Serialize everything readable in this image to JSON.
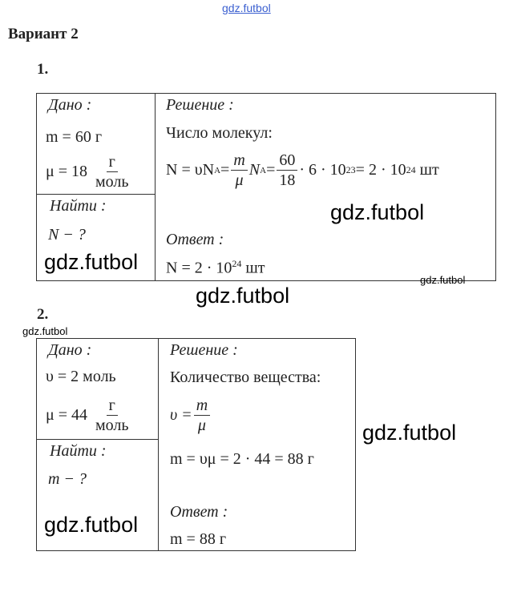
{
  "watermarks": {
    "text": "gdz.futbol"
  },
  "heading": "Вариант 2",
  "problem1": {
    "number": "1.",
    "given_label": "Дано :",
    "m_given": "m = 60 г",
    "mu_given_lhs": "μ = 18",
    "mu_unit_num": "г",
    "mu_unit_den": "моль",
    "find_label": "Найти :",
    "find": "N − ?",
    "solution_label": "Решение :",
    "step_title": "Число молекул:",
    "formula": {
      "a": "N = υN",
      "a_sub": "A",
      "eq1": " =",
      "f1_num": "m",
      "f1_den": "μ",
      "b": "N",
      "b_sub": "A",
      "eq2": " =",
      "f2_num": "60",
      "f2_den": "18",
      "c": "· 6 · 10",
      "c_sup": "23",
      "d": " = 2 · 10",
      "d_sup": "24",
      "unit": " шт"
    },
    "answer_label": "Ответ :",
    "answer": "N = 2 · 10",
    "answer_sup": "24",
    "answer_unit": " шт"
  },
  "problem2": {
    "number": "2.",
    "given_label": "Дано :",
    "nu_given": "υ = 2 моль",
    "mu_given_lhs": "μ = 44",
    "mu_unit_num": "г",
    "mu_unit_den": "моль",
    "find_label": "Найти :",
    "find": "m − ?",
    "solution_label": "Решение :",
    "step_title": "Количество вещества:",
    "formula1_lhs": "υ =",
    "formula1_num": "m",
    "formula1_den": "μ",
    "formula2": "m = υμ = 2 · 44 = 88 г",
    "answer_label": "Ответ :",
    "answer": "m = 88 г"
  }
}
